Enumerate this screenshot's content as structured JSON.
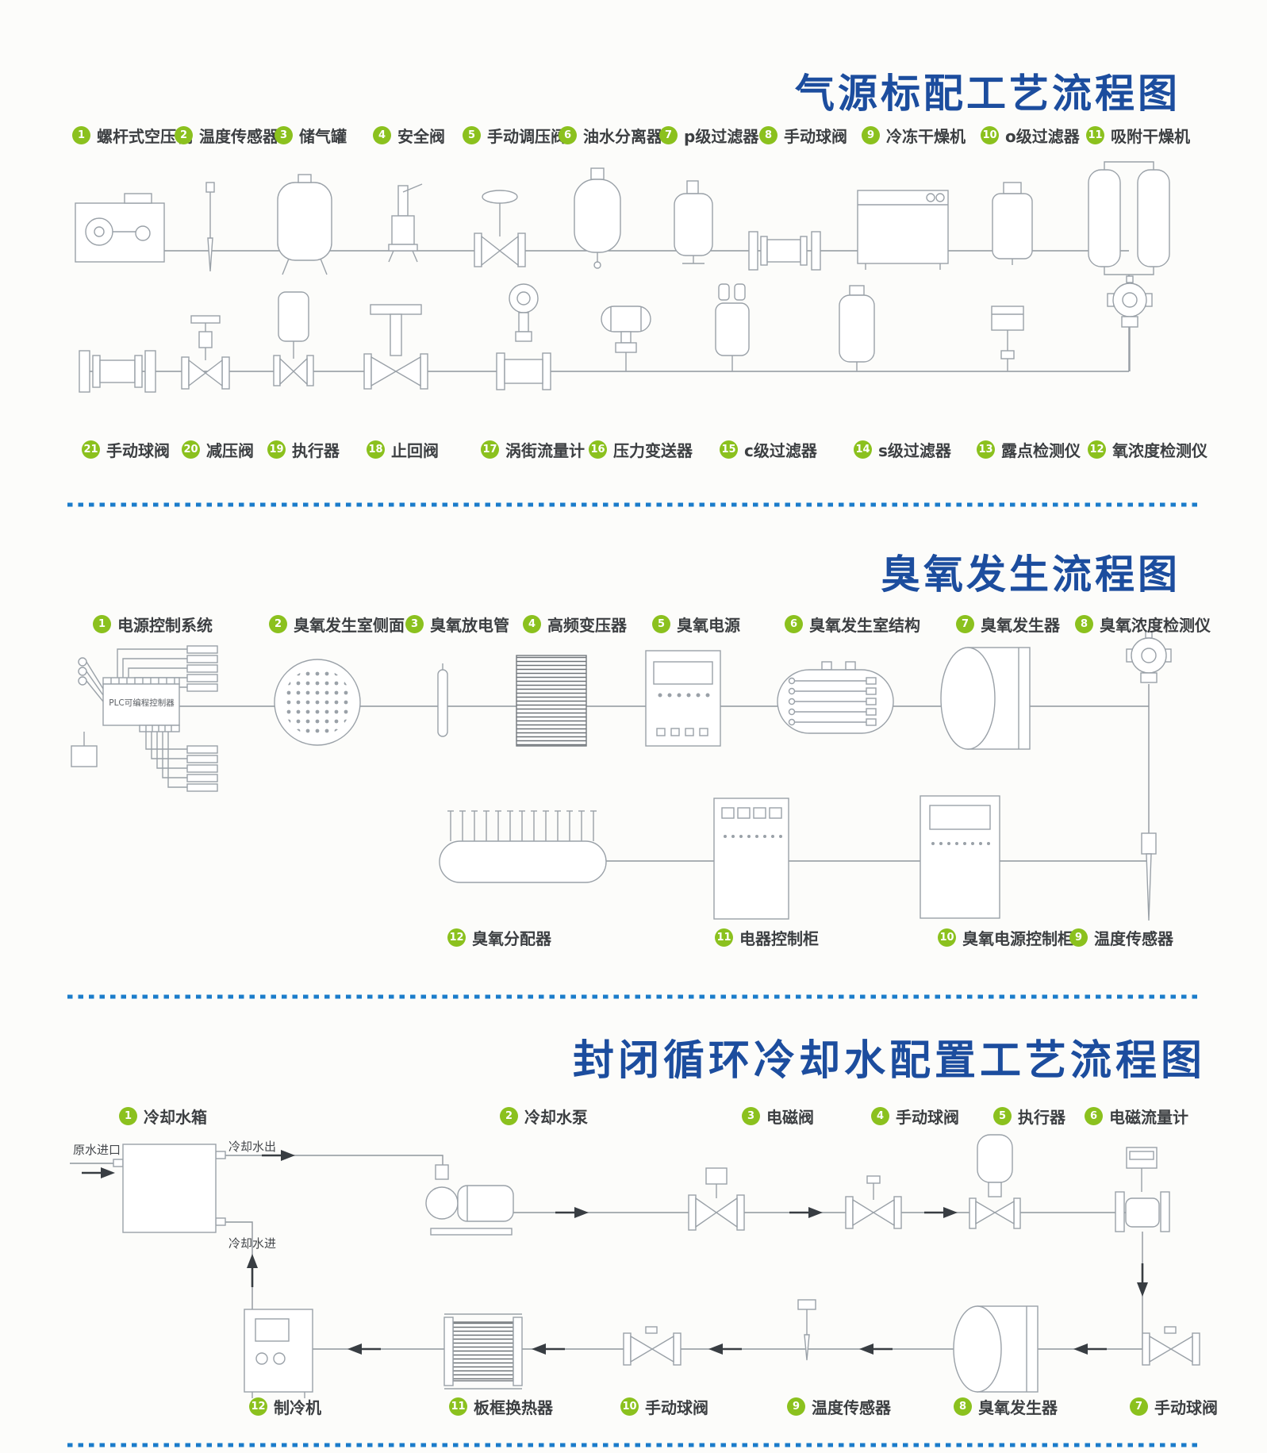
{
  "colors": {
    "title_blue": "#1c4d9e",
    "badge_green": "#8bc11e",
    "divider_blue": "#1b7cca",
    "artwork_gray": "#9aa1a8",
    "text_dark": "#3c3f42",
    "background": "#fcfcfa"
  },
  "sections": [
    {
      "title": "气源标配工艺流程图",
      "rows": [
        {
          "items": [
            {
              "num": "1",
              "label": "螺杆式空压机",
              "icon": "screw-air-compressor-icon"
            },
            {
              "num": "2",
              "label": "温度传感器",
              "icon": "temperature-sensor-icon"
            },
            {
              "num": "3",
              "label": "储气罐",
              "icon": "air-storage-tank-icon"
            },
            {
              "num": "4",
              "label": "安全阀",
              "icon": "safety-valve-icon"
            },
            {
              "num": "5",
              "label": "手动调压阀",
              "icon": "manual-pressure-regulating-valve-icon"
            },
            {
              "num": "6",
              "label": "油水分离器",
              "icon": "oil-water-separator-icon"
            },
            {
              "num": "7",
              "label": "p级过滤器",
              "icon": "p-grade-filter-icon"
            },
            {
              "num": "8",
              "label": "手动球阀",
              "icon": "manual-ball-valve-icon"
            },
            {
              "num": "9",
              "label": "冷冻干燥机",
              "icon": "refrigerated-dryer-icon"
            },
            {
              "num": "10",
              "label": "o级过滤器",
              "icon": "o-grade-filter-icon"
            },
            {
              "num": "11",
              "label": "吸附干燥机",
              "icon": "adsorption-dryer-icon"
            }
          ]
        },
        {
          "items": [
            {
              "num": "21",
              "label": "手动球阀",
              "icon": "manual-ball-valve-icon"
            },
            {
              "num": "20",
              "label": "减压阀",
              "icon": "pressure-reducing-valve-icon"
            },
            {
              "num": "19",
              "label": "执行器",
              "icon": "actuator-icon"
            },
            {
              "num": "18",
              "label": "止回阀",
              "icon": "check-valve-icon"
            },
            {
              "num": "17",
              "label": "涡街流量计",
              "icon": "vortex-flowmeter-icon"
            },
            {
              "num": "16",
              "label": "压力变送器",
              "icon": "pressure-transmitter-icon"
            },
            {
              "num": "15",
              "label": "c级过滤器",
              "icon": "c-grade-filter-icon"
            },
            {
              "num": "14",
              "label": "s级过滤器",
              "icon": "s-grade-filter-icon"
            },
            {
              "num": "13",
              "label": "露点检测仪",
              "icon": "dew-point-detector-icon"
            },
            {
              "num": "12",
              "label": "氧浓度检测仪",
              "icon": "oxygen-concentration-detector-icon"
            }
          ]
        }
      ]
    },
    {
      "title": "臭氧发生流程图",
      "plc_label": "PLC可编程控制器",
      "rows": [
        {
          "items": [
            {
              "num": "1",
              "label": "电源控制系统",
              "icon": "plc-control-system-icon"
            },
            {
              "num": "2",
              "label": "臭氧发生室侧面",
              "icon": "ozone-chamber-side-icon"
            },
            {
              "num": "3",
              "label": "臭氧放电管",
              "icon": "ozone-discharge-tube-icon"
            },
            {
              "num": "4",
              "label": "高频变压器",
              "icon": "hf-transformer-icon"
            },
            {
              "num": "5",
              "label": "臭氧电源",
              "icon": "ozone-power-supply-icon"
            },
            {
              "num": "6",
              "label": "臭氧发生室结构",
              "icon": "ozone-chamber-structure-icon"
            },
            {
              "num": "7",
              "label": "臭氧发生器",
              "icon": "ozone-generator-icon"
            },
            {
              "num": "8",
              "label": "臭氧浓度检测仪",
              "icon": "ozone-concentration-detector-icon"
            }
          ]
        },
        {
          "items": [
            {
              "num": "12",
              "label": "臭氧分配器",
              "icon": "ozone-distributor-icon"
            },
            {
              "num": "11",
              "label": "电器控制柜",
              "icon": "electric-control-cabinet-icon"
            },
            {
              "num": "10",
              "label": "臭氧电源控制柜",
              "icon": "ozone-power-control-cabinet-icon"
            },
            {
              "num": "9",
              "label": "温度传感器",
              "icon": "temperature-sensor-icon"
            }
          ]
        }
      ]
    },
    {
      "title": "封闭循环冷却水配置工艺流程图",
      "tank_labels": {
        "raw_in": "原水进口",
        "cool_out": "冷却水出",
        "cool_in": "冷却水进"
      },
      "rows": [
        {
          "items": [
            {
              "num": "1",
              "label": "冷却水箱",
              "icon": "cooling-water-tank-icon"
            },
            {
              "num": "2",
              "label": "冷却水泵",
              "icon": "cooling-water-pump-icon"
            },
            {
              "num": "3",
              "label": "电磁阀",
              "icon": "solenoid-valve-icon"
            },
            {
              "num": "4",
              "label": "手动球阀",
              "icon": "manual-ball-valve-icon"
            },
            {
              "num": "5",
              "label": "执行器",
              "icon": "actuator-icon"
            },
            {
              "num": "6",
              "label": "电磁流量计",
              "icon": "electromagnetic-flowmeter-icon"
            }
          ]
        },
        {
          "items": [
            {
              "num": "12",
              "label": "制冷机",
              "icon": "chiller-icon"
            },
            {
              "num": "11",
              "label": "板框换热器",
              "icon": "plate-heat-exchanger-icon"
            },
            {
              "num": "10",
              "label": "手动球阀",
              "icon": "manual-ball-valve-icon"
            },
            {
              "num": "9",
              "label": "温度传感器",
              "icon": "temperature-sensor-icon"
            },
            {
              "num": "8",
              "label": "臭氧发生器",
              "icon": "ozone-generator-icon"
            },
            {
              "num": "7",
              "label": "手动球阀",
              "icon": "manual-ball-valve-icon"
            }
          ]
        }
      ]
    }
  ]
}
